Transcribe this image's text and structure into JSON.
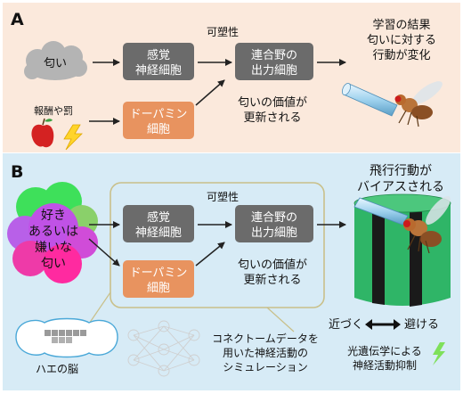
{
  "panel_a": {
    "label": "A",
    "smell": "匂い",
    "reward": "報酬や罰",
    "sensory_box": [
      "感覚",
      "神経細胞"
    ],
    "dopamine_box": [
      "ドーパミン",
      "細胞"
    ],
    "output_box": [
      "連合野の",
      "出力細胞"
    ],
    "plasticity": "可塑性",
    "value_update": [
      "匂いの価値が",
      "更新される"
    ],
    "result": [
      "学習の結果",
      "匂いに対する",
      "行動が変化"
    ]
  },
  "panel_b": {
    "label": "B",
    "blob_text": [
      "好き",
      "あるいは",
      "嫌いな",
      "匂い"
    ],
    "sensory_box": [
      "感覚",
      "神経細胞"
    ],
    "dopamine_box": [
      "ドーパミン",
      "細胞"
    ],
    "output_box": [
      "連合野の",
      "出力細胞"
    ],
    "plasticity": "可塑性",
    "value_update": [
      "匂いの価値が",
      "更新される"
    ],
    "flight_bias": [
      "飛行行動が",
      "バイアスされる"
    ],
    "approach": "近づく",
    "avoid": "避ける",
    "brain": "ハエの脳",
    "simulation": [
      "コネクトームデータを",
      "用いた神経活動の",
      "シミュレーション"
    ],
    "optogenetics": [
      "光遺伝学による",
      "神経活動抑制"
    ]
  },
  "colors": {
    "panel_a_bg": "#fbe9dc",
    "panel_b_bg": "#d7ebf6",
    "gray_box": "#6b6b6b",
    "orange_box": "#e8935f",
    "arrow": "#222222",
    "sim_frame": "#c9c08a",
    "green_panel": "#2fb567"
  }
}
